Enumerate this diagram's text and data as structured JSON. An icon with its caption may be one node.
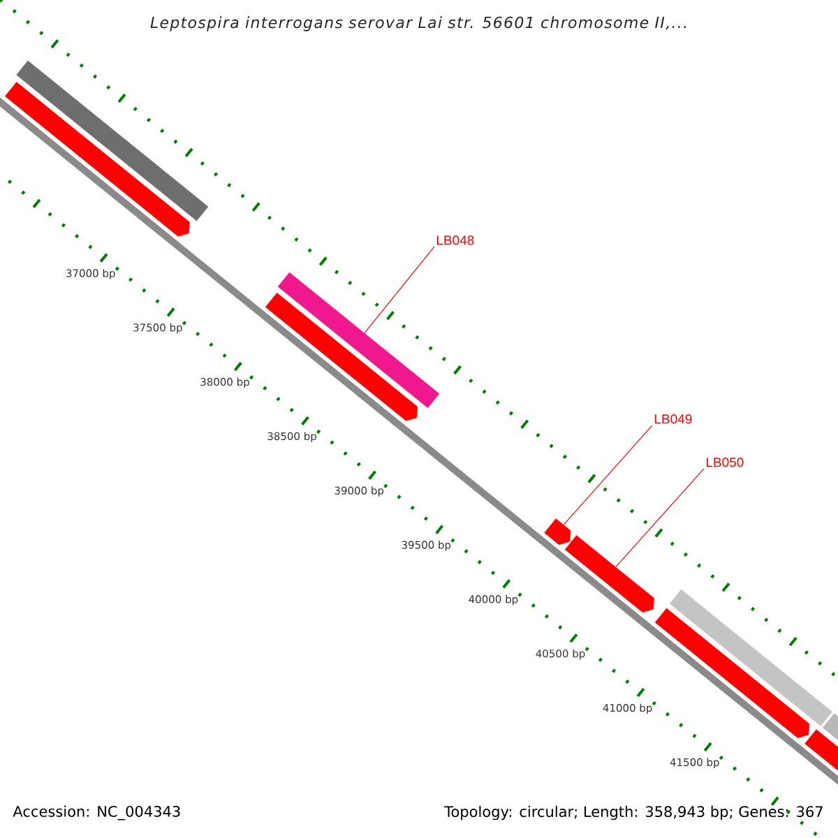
{
  "diagram": {
    "title": "Leptospira interrogans serovar Lai str. 56601 chromosome II,...",
    "nodes": [
      {
        "text": [
          "LB048"
        ]
      },
      {
        "text": [
          "LB049"
        ]
      },
      {
        "text": [
          "LB050"
        ]
      },
      {
        "text": [],
        "shape": "bar"
      },
      {
        "text": [],
        "shape": "arrow"
      },
      {
        "text": [],
        "shape": "arrow"
      }
    ],
    "edges": [
      {
        "from": 0,
        "to": 3,
        "arrow": "none"
      },
      {
        "from": 1,
        "to": 4,
        "arrow": "none"
      },
      {
        "from": 2,
        "to": 5,
        "arrow": "none"
      }
    ],
    "labels": [
      "37000 bp",
      "37500 bp",
      "38000 bp",
      "38500 bp",
      "39000 bp",
      "39500 bp",
      "40000 bp",
      "40500 bp",
      "41000 bp",
      "41500 bp",
      "Accession: NC_004343",
      "Topology: circular; Length: 358,943 bp; Genes: 367"
    ]
  }
}
